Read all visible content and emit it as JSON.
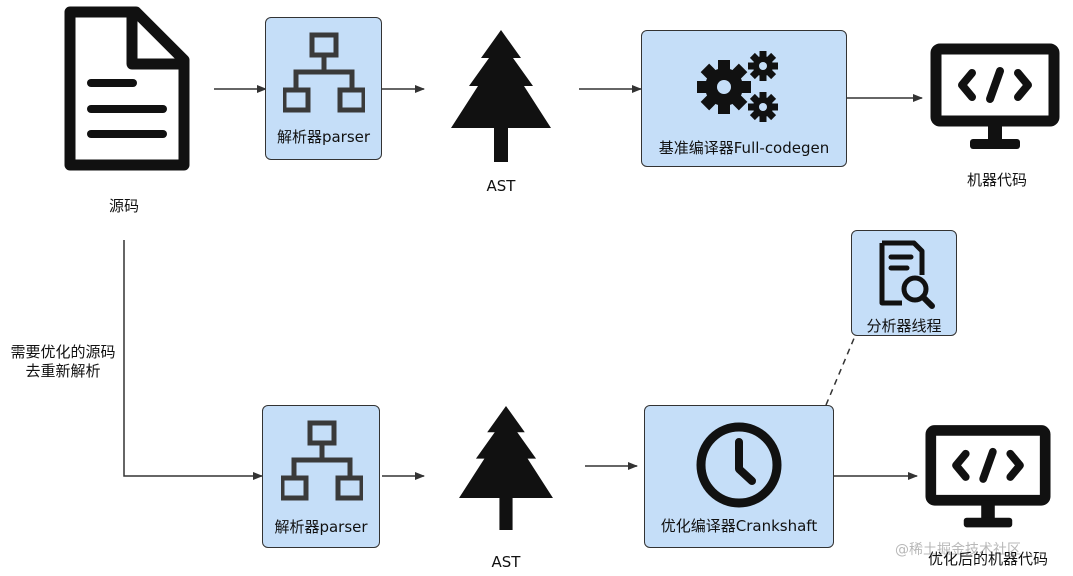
{
  "top_row": {
    "source_label": "源码",
    "parser_label": "解析器parser",
    "ast_label": "AST",
    "baseline_compiler_label": "基准编译器Full-codegen",
    "machine_code_label": "机器代码"
  },
  "reparse_note": {
    "line1": "需要优化的源码",
    "line2": "去重新解析"
  },
  "bottom_row": {
    "parser_label": "解析器parser",
    "ast_label": "AST",
    "optimizing_compiler_label": "优化编译器Crankshaft",
    "analyzer_thread_label": "分析器线程",
    "optimized_machine_code_label": "优化后的机器代码"
  },
  "watermark": "@稀土掘金技术社区",
  "colors": {
    "box_fill": "#c5def8",
    "box_border": "#333333",
    "icon_dark": "#111111",
    "arrow": "#333333"
  },
  "icons": [
    "document-icon",
    "network-icon",
    "tree-icon",
    "gears-icon",
    "monitor-code-icon",
    "report-search-icon",
    "clock-icon"
  ]
}
